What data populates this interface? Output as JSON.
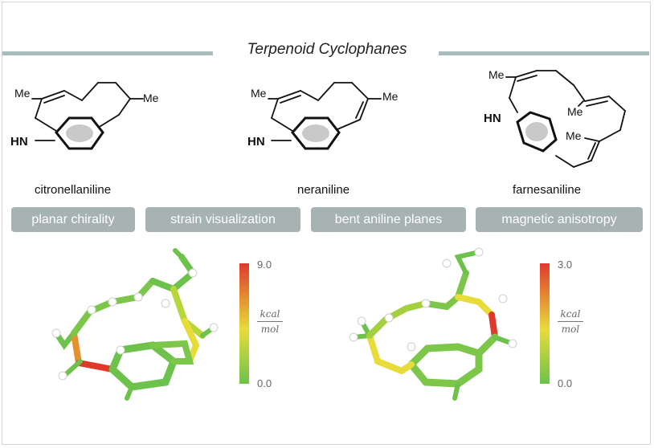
{
  "title": "Terpenoid Cyclophanes",
  "compounds": [
    {
      "name": "citronellaniline",
      "labels": {
        "me1": "Me",
        "me2": "Me",
        "nh": "HN"
      }
    },
    {
      "name": "neraniline",
      "labels": {
        "me1": "Me",
        "me2": "Me",
        "nh": "HN"
      }
    },
    {
      "name": "farnesaniline",
      "labels": {
        "me1": "Me",
        "me2": "Me",
        "me3": "Me",
        "nh": "HN"
      }
    }
  ],
  "features": [
    "planar chirality",
    "strain visualization",
    "bent aniline planes",
    "magnetic anisotropy"
  ],
  "scales": [
    {
      "max": "9.0",
      "min": "0.0",
      "unit_top": "kcal",
      "unit_bottom": "mol"
    },
    {
      "max": "3.0",
      "min": "0.0",
      "unit_top": "kcal",
      "unit_bottom": "mol"
    }
  ],
  "colors": {
    "low": "#6cc24a",
    "mid": "#e8dc3a",
    "high": "#e0392b",
    "pill": "#a7b2b2",
    "bar": "#a9bcbc"
  }
}
